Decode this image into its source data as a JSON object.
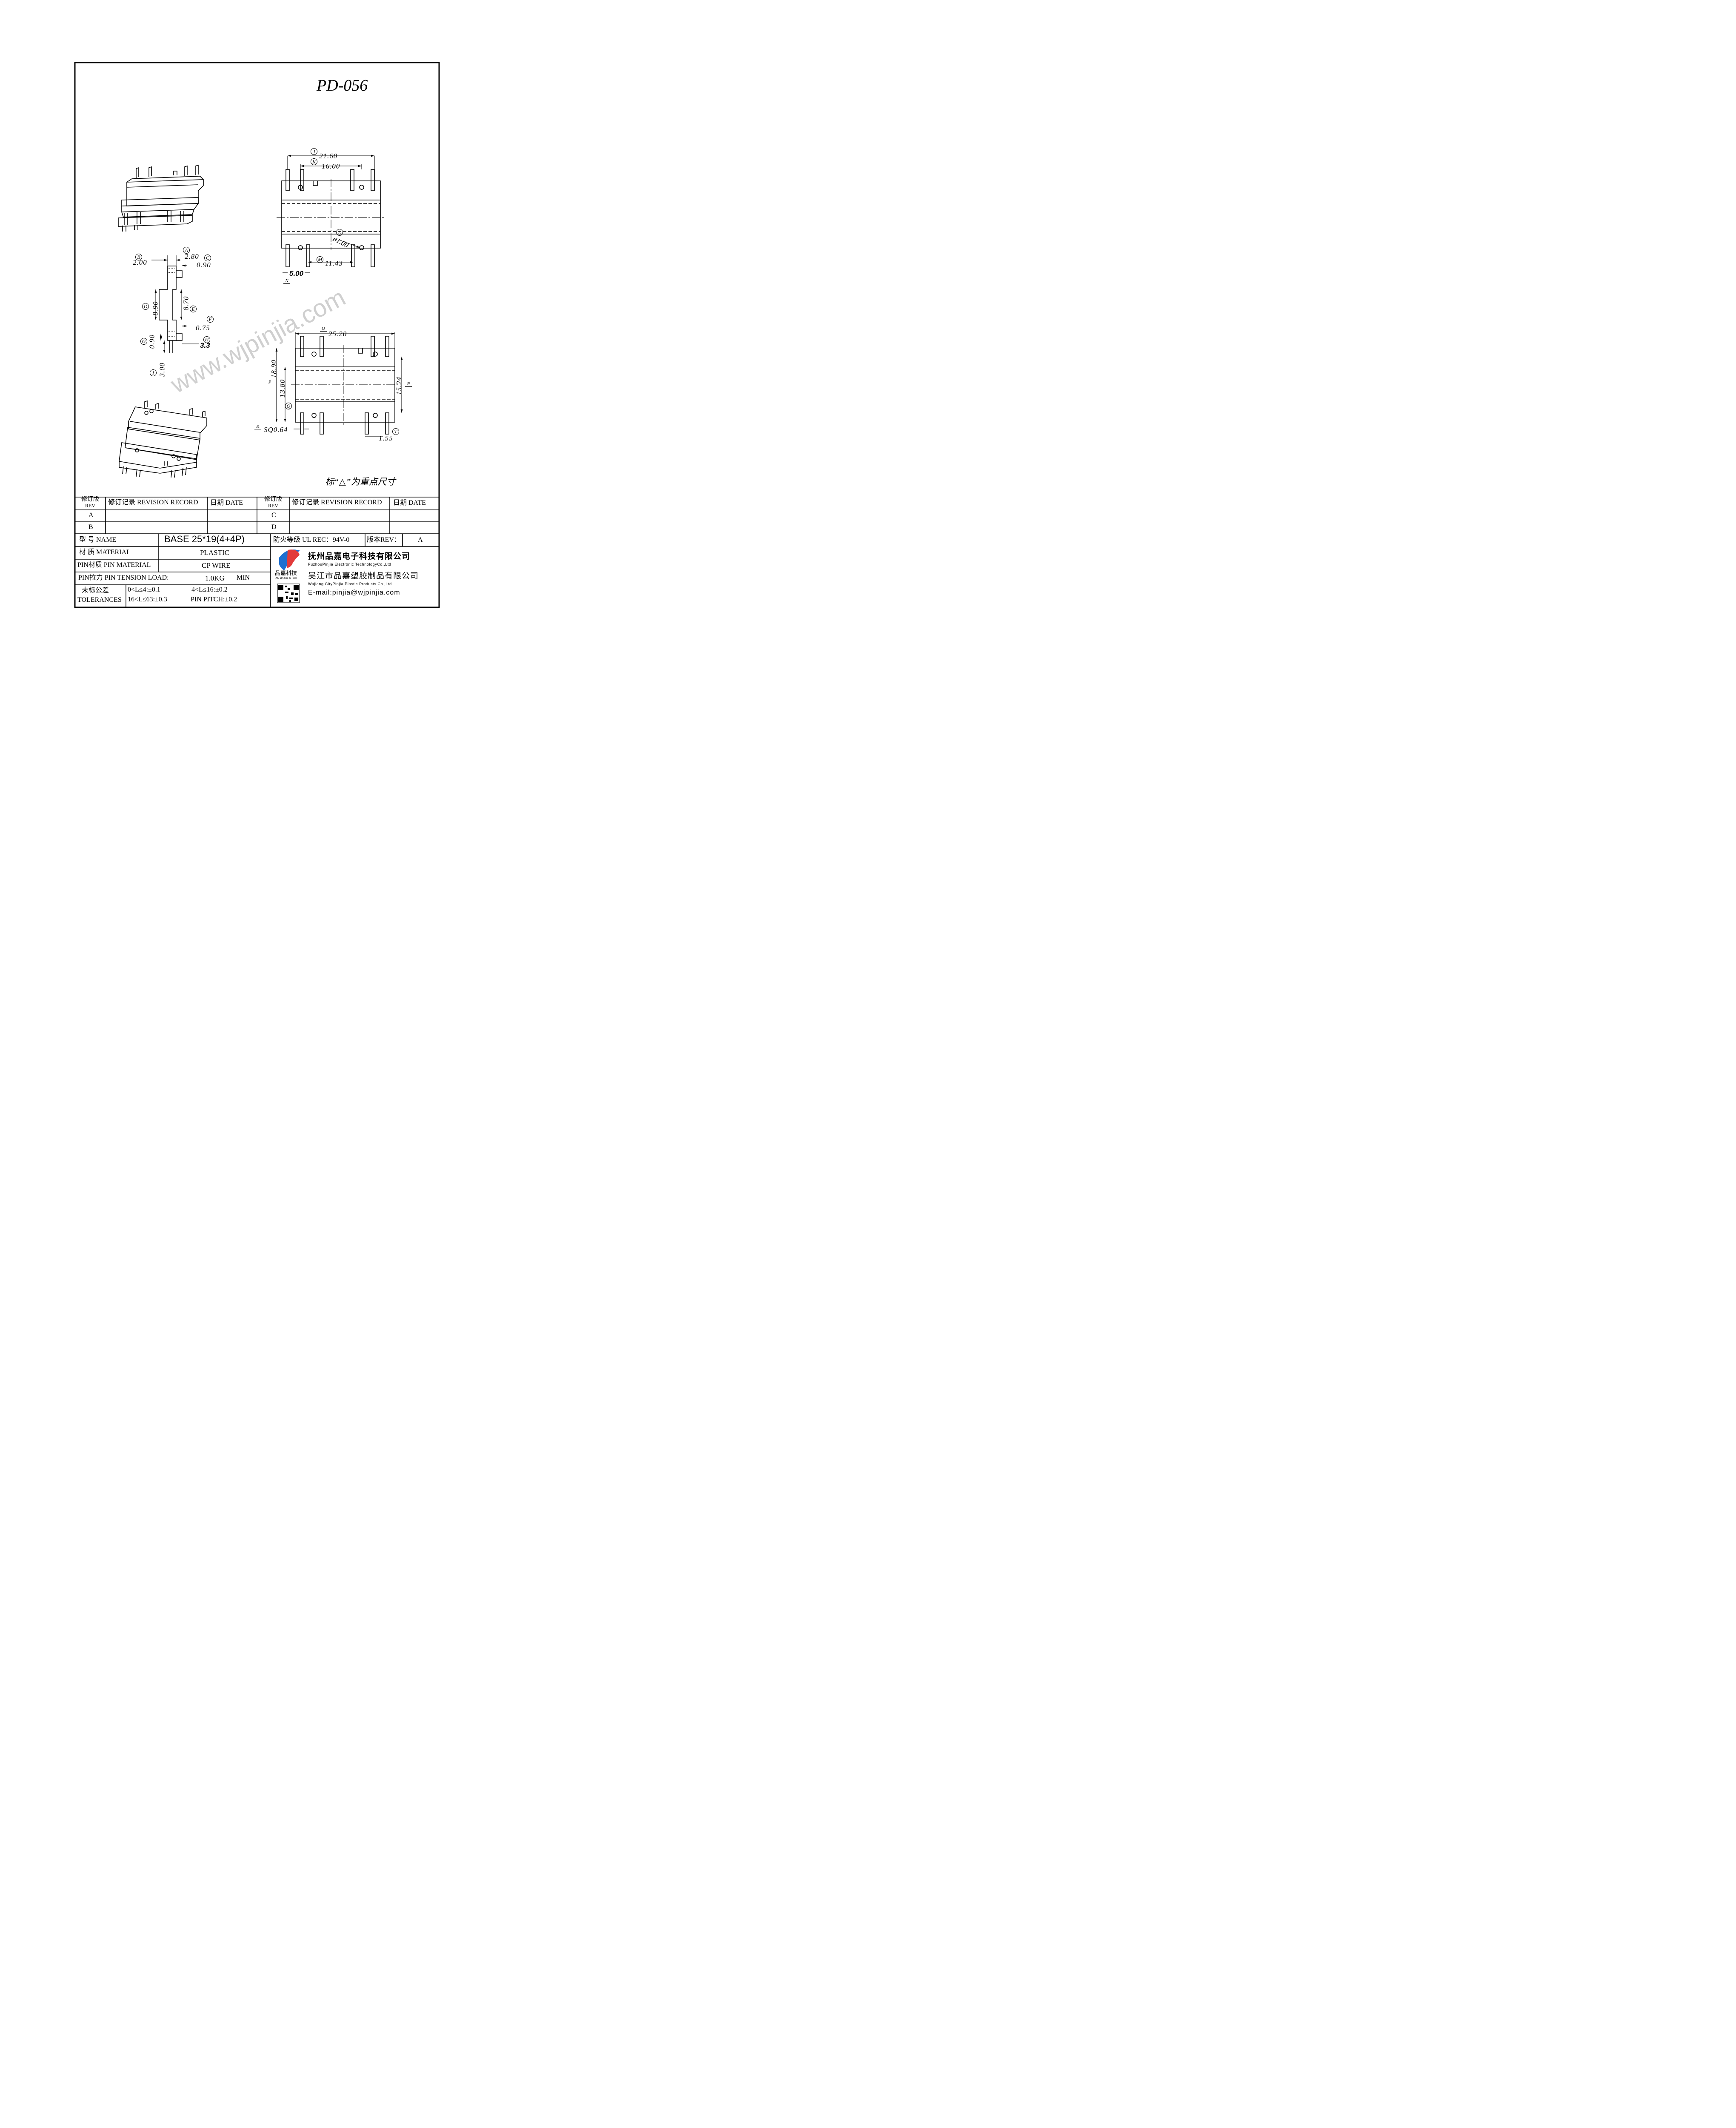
{
  "drawing": {
    "part_number": "PD-056",
    "watermark": "www.wjpinjia.com",
    "note": "标“△”为重点尺寸"
  },
  "dimensions": {
    "top_view": {
      "d_2160": "21.60",
      "k_1600": "16.00",
      "l_dia": "ø1.00",
      "m_1143": "11.43",
      "n_500": "5.00",
      "lbl_j": "J",
      "lbl_k": "K",
      "lbl_l": "L",
      "lbl_m": "M",
      "lbl_n": "N"
    },
    "side_view": {
      "a_280": "2.80",
      "b_200": "2.00",
      "c_090": "0.90",
      "d_890": "8.90",
      "e_870": "8.70",
      "f_075": "0.75",
      "g_090": "0.90",
      "h_33": "3.3",
      "i_300": "3.00",
      "lbl_a": "A",
      "lbl_b": "B",
      "lbl_c": "C",
      "lbl_d": "D",
      "lbl_e": "E",
      "lbl_f": "F",
      "lbl_g": "G",
      "lbl_h": "H",
      "lbl_i": "I"
    },
    "bottom_view": {
      "o_2520": "25.20",
      "p_1890": "18.90",
      "q_1380": "13.80",
      "r_1524": "15.24",
      "s_sq064": "SQ0.64",
      "t_155": "1.55",
      "lbl_o": "O",
      "lbl_p": "P",
      "lbl_q": "Q",
      "lbl_r": "R",
      "lbl_s": "K",
      "lbl_t": "T"
    }
  },
  "revision_table": {
    "rev_header": "修订版",
    "rev_header_en": "REV",
    "record_header": "修订记录 REVISION RECORD",
    "date_header": "日期 DATE",
    "rows_left": [
      "A",
      "B"
    ],
    "rows_right": [
      "C",
      "D"
    ]
  },
  "title_block": {
    "name_label": "型 号 NAME",
    "name_value": "BASE 25*19(4+4P)",
    "fire_label": "防火等级 UL REC：94V-0",
    "rev_label": "版本REV：",
    "rev_value": "A",
    "material_label": "材 质 MATERIAL",
    "material_value": "PLASTIC",
    "pin_material_label": "PIN材质 PIN MATERIAL",
    "pin_material_value": "CP WIRE",
    "tension_label": "PIN拉力 PIN TENSION LOAD:",
    "tension_value": "1.0KG",
    "tension_unit": "MIN",
    "tol_label": "未标公差",
    "tol_label_en": "TOLERANCES",
    "tol_1": "0<L≤4:±0.1",
    "tol_2": "4<L≤16:±0.2",
    "tol_3": "16<L≤63:±0.3",
    "tol_4": "PIN PITCH:±0.2"
  },
  "company": {
    "name1_cn": "抚州品嘉电子科技有限公司",
    "name1_en": "FuzhouPinjia Electronic TechnologyCo.,Ltd",
    "name2_cn": "吴江市品嘉塑胶制品有限公司",
    "name2_en": "Wujiang CityPinjia  Plastic Products Co.,Ltd",
    "email": "E-mail:pinjia@wjpinjia.com",
    "logo_cn": "品嘉科技",
    "logo_en": "PIN JIA Sci. & Tech",
    "logo_name": "pinjia-logo-icon",
    "qr_name": "qr-code-icon"
  }
}
